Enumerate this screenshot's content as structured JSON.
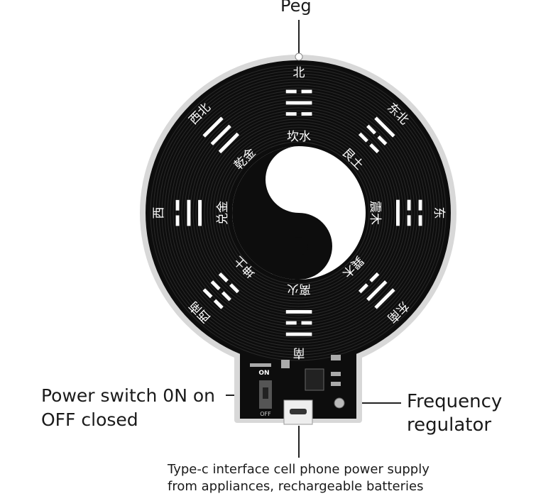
{
  "annotations": {
    "peg": "Peg",
    "power_switch": [
      "Power switch 0N on",
      "OFF closed"
    ],
    "frequency": [
      "Frequency",
      "regulator"
    ],
    "typec": [
      "Type-c interface cell phone power supply",
      "from appliances, rechargeable batteries"
    ]
  },
  "board": {
    "switch_on": "ON",
    "switch_off": "OFF",
    "trigrams": [
      {
        "dir": "北",
        "elem": "坎水",
        "glyph": "☵",
        "angle": 0
      },
      {
        "dir": "东北",
        "elem": "艮土",
        "glyph": "☶",
        "angle": 45
      },
      {
        "dir": "东",
        "elem": "震木",
        "glyph": "☳",
        "angle": 90
      },
      {
        "dir": "东南",
        "elem": "巽木",
        "glyph": "☴",
        "angle": 135
      },
      {
        "dir": "南",
        "elem": "离火",
        "glyph": "☲",
        "angle": 180
      },
      {
        "dir": "西南",
        "elem": "坤土",
        "glyph": "☷",
        "angle": 225
      },
      {
        "dir": "西",
        "elem": "兑金",
        "glyph": "☱",
        "angle": 270
      },
      {
        "dir": "西北",
        "elem": "乾金",
        "glyph": "☰",
        "angle": 315
      }
    ]
  },
  "colors": {
    "board": "#0d0d0d",
    "rim": "#d8d8d8",
    "text": "#1a1a1a"
  }
}
